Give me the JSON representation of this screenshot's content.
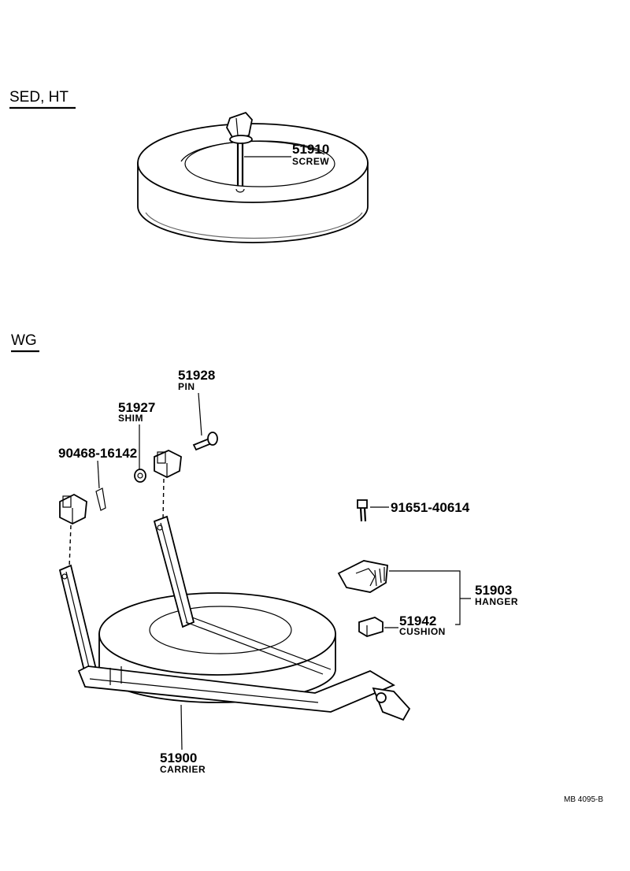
{
  "sections": {
    "sed": "SED, HT",
    "wg": "WG"
  },
  "parts": {
    "screw": {
      "number": "51910",
      "name": "SCREW"
    },
    "pin": {
      "number": "51928",
      "name": "PIN"
    },
    "shim": {
      "number": "51927",
      "name": "SHIM"
    },
    "clip": {
      "number": "90468-16142"
    },
    "bolt": {
      "number": "91651-40614"
    },
    "hanger": {
      "number": "51903",
      "name": "HANGER"
    },
    "cushion": {
      "number": "51942",
      "name": "CUSHION"
    },
    "carrier": {
      "number": "51900",
      "name": "CARRIER"
    }
  },
  "reference": "MB 4095-B"
}
